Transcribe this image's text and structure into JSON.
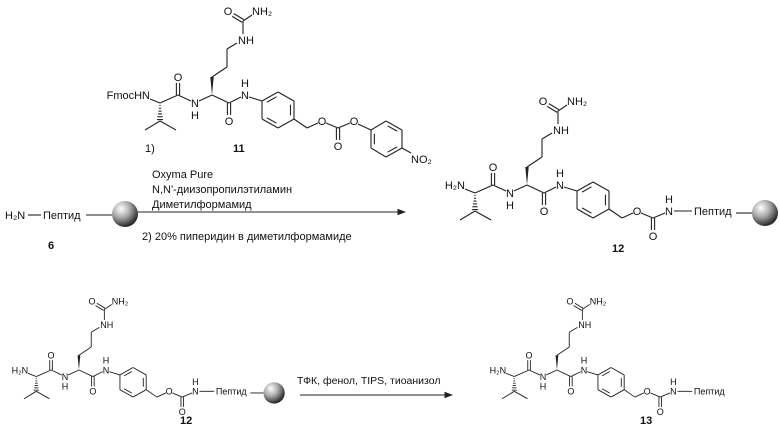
{
  "atoms": {
    "O": "O",
    "N": "N",
    "H": "H",
    "NH": "NH",
    "NH2": "NH₂",
    "NO2": "NO₂",
    "fmoc_amine": "FmocHN",
    "amine": "H₂N"
  },
  "peptide_label": "Пептид",
  "step1": {
    "start_amine": "H₂N",
    "start_peptide": "Пептид",
    "start_label": "6",
    "step_one_marker": "1)",
    "reagent_label": "11",
    "reagents": [
      "Oxyma  Pure",
      "N,N'-диизопропилэтиламин",
      "Диметилформамид"
    ],
    "step_two": "2) 20% пиперидин в диметилформамиде",
    "product_label": "12"
  },
  "step2": {
    "start_label": "12",
    "conditions": "ТФК, фенол, TIPS, тиоанизол",
    "product_label": "13"
  }
}
